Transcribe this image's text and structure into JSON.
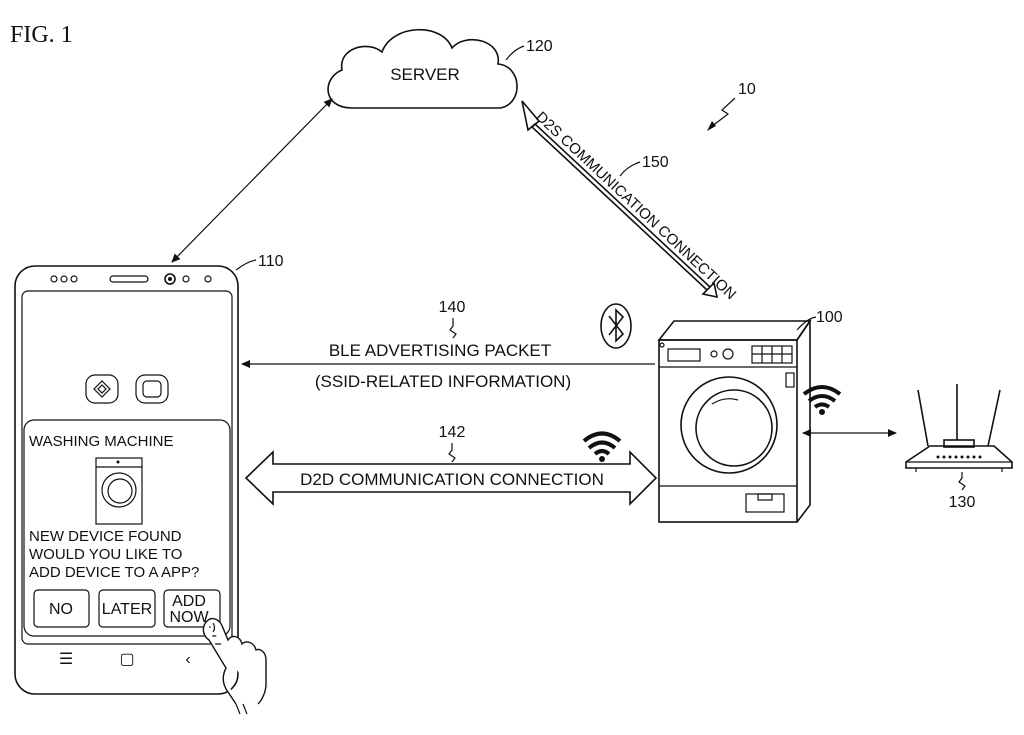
{
  "figure": {
    "title": "FIG.  1",
    "system_ref": "10"
  },
  "server": {
    "label": "SERVER",
    "ref": "120"
  },
  "d2s_link": {
    "label": "D2S COMMUNICATION CONNECTION",
    "ref": "150"
  },
  "ble_link": {
    "line1": "BLE ADVERTISING PACKET",
    "line2": "(SSID-RELATED INFORMATION)",
    "ref": "140"
  },
  "d2d_link": {
    "label": "D2D COMMUNICATION CONNECTION",
    "ref": "142"
  },
  "phone": {
    "ref": "110",
    "card_title": "WASHING MACHINE",
    "message": [
      "NEW DEVICE FOUND",
      "WOULD YOU LIKE TO",
      "ADD DEVICE TO A APP?"
    ],
    "buttons": {
      "no": "NO",
      "later": "LATER",
      "add_now_line1": "ADD",
      "add_now_line2": "NOW"
    },
    "nav": {
      "menu": "☰",
      "home": "▢",
      "back": "‹"
    }
  },
  "washer": {
    "ref": "100"
  },
  "router": {
    "ref": "130"
  },
  "icons": {
    "bluetooth": "bluetooth-icon",
    "wifi": "wifi-icon",
    "cloud": "cloud-icon"
  }
}
